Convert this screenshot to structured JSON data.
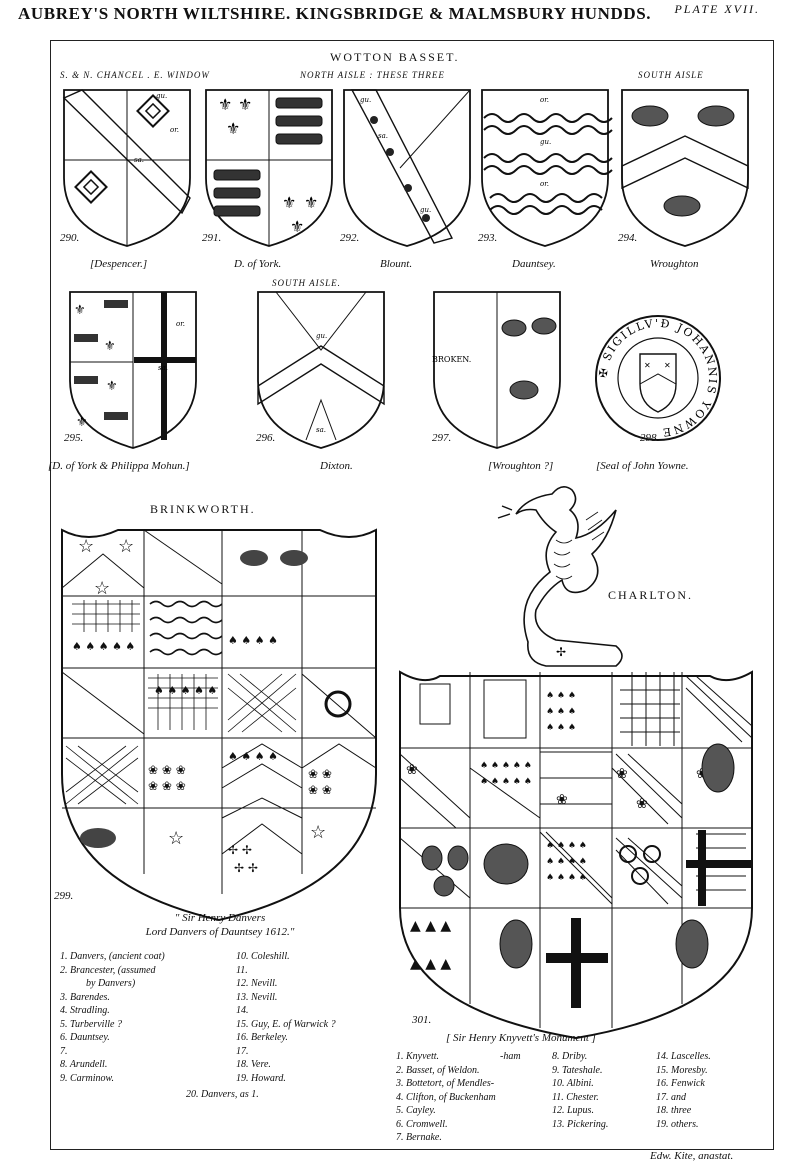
{
  "header": {
    "title": "AUBREY'S NORTH WILTSHIRE. KINGSBRIDGE & MALMSBURY HUNDDS.",
    "plate": "PLATE XVII."
  },
  "wotton": {
    "title": "WOTTON BASSET.",
    "chancel": "S. & N. CHANCEL . E. WINDOW",
    "north_aisle": "NORTH AISLE : THESE THREE",
    "south_aisle_1": "SOUTH AISLE",
    "south_aisle_2": "SOUTH AISLE.",
    "shields": [
      {
        "num": "290.",
        "caption": "[Despencer.]"
      },
      {
        "num": "291.",
        "caption": "D. of York."
      },
      {
        "num": "292.",
        "caption": "Blount."
      },
      {
        "num": "293.",
        "caption": "Dauntsey."
      },
      {
        "num": "294.",
        "caption": "Wroughton"
      },
      {
        "num": "295.",
        "caption": "[D. of York & Philippa Mohun.]"
      },
      {
        "num": "296.",
        "caption": "Dixton."
      },
      {
        "num": "297.",
        "caption": "[Wroughton ?]"
      },
      {
        "num": "298.",
        "caption": "[Seal of John Yowne."
      }
    ],
    "broken": "BROKEN.",
    "seal_text": "✠ SIGILLV'Ð JOHANNIS YOWNE",
    "tinctures": {
      "gu": "gu.",
      "sa": "sa.",
      "or": "or."
    }
  },
  "brinkworth": {
    "title": "BRINKWORTH.",
    "num": "299.",
    "quote_1": "\" Sir Henry Danvers",
    "quote_2": "Lord Danvers of Dauntsey 1612.\"",
    "list_left": [
      "1. Danvers, (ancient coat)",
      "2. Brancester, (assumed",
      "by Danvers)",
      "3. Barendes.",
      "4. Stradling.",
      "5. Turberville ?",
      "6. Dauntsey.",
      "7.",
      "8. Arundell.",
      "9. Carminow."
    ],
    "list_right": [
      "10. Coleshill.",
      "11.",
      "12. Nevill.",
      "13. Nevill.",
      "14.",
      "15. Guy, E. of Warwick ?",
      "16. Berkeley.",
      "17.",
      "18. Vere.",
      "19. Howard."
    ],
    "list_footer": "20. Danvers, as 1."
  },
  "charlton": {
    "title": "CHARLTON.",
    "num": "301.",
    "monument": "[ Sir Henry Knyvett's Monument ]",
    "list_a": [
      "1. Knyvett.",
      "2. Basset, of Weldon.",
      "3. Bottetort, of Mendles-",
      "4. Clifton, of Buckenham",
      "5. Cayley.",
      "6. Cromwell.",
      "7. Bernake."
    ],
    "list_a_extra": "-ham",
    "list_b": [
      "8. Driby.",
      "9. Tateshale.",
      "10. Albini.",
      "11. Chester.",
      "12. Lupus.",
      "13. Pickering."
    ],
    "list_c": [
      "14. Lascelles.",
      "15. Moresby.",
      "16. Fenwick",
      "17. and",
      "18. three",
      "19. others."
    ]
  },
  "footer": {
    "engraver": "Edw. Kite, anastat."
  }
}
